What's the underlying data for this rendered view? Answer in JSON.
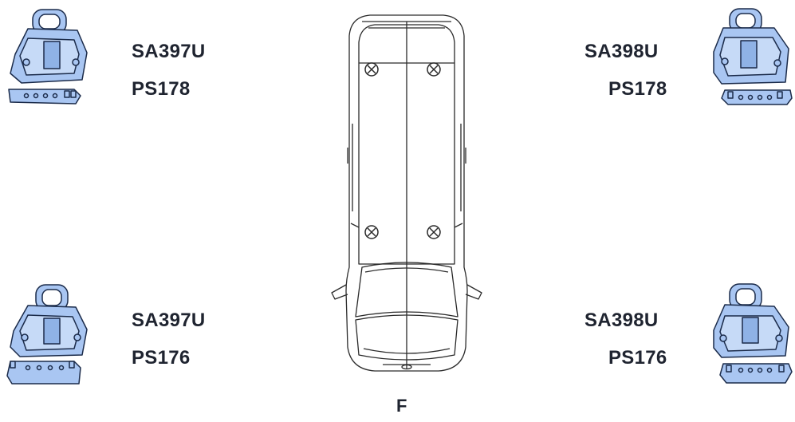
{
  "labels": {
    "top_left": {
      "foot": "SA397U",
      "pad": "PS178"
    },
    "top_right": {
      "foot": "SA398U",
      "pad": "PS178"
    },
    "bottom_left": {
      "foot": "SA397U",
      "pad": "PS176"
    },
    "bottom_right": {
      "foot": "SA398U",
      "pad": "PS176"
    }
  },
  "front_marker": "F",
  "mount_points": 4,
  "colors": {
    "part_fill": "#a9c6f2",
    "part_stroke": "#1b2b4a",
    "outline": "#2a2a2a",
    "text": "#1f2430"
  },
  "icons": {
    "foot": "roof-rack-foot-icon",
    "pad": "fitting-pad-icon",
    "mount": "mount-point-icon"
  }
}
